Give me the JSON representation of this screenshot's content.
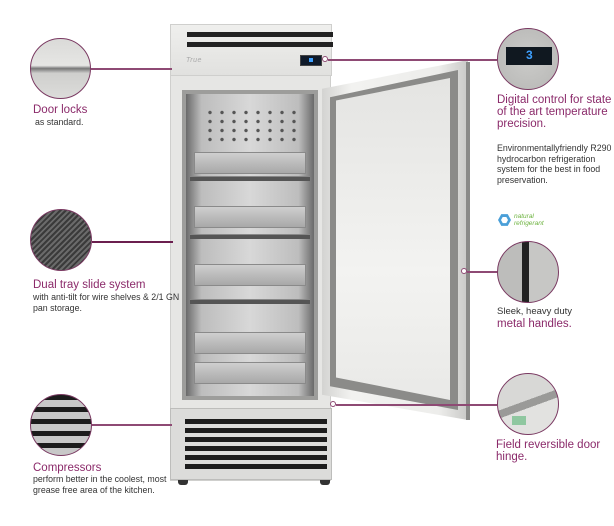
{
  "product": {
    "type": "upright refrigerator",
    "brand_logo_text": "True",
    "display_reading": "3"
  },
  "callouts": [
    {
      "id": "door-locks",
      "side": "left",
      "title": "Door locks",
      "description": "as standard."
    },
    {
      "id": "dual-tray",
      "side": "left",
      "title": "Dual tray slide system",
      "description": "with anti-tilt for wire shelves & 2/1 GN pan storage."
    },
    {
      "id": "compressors",
      "side": "left",
      "title": "Compressors",
      "description": "perform better in the coolest, most grease free area of the kitchen."
    },
    {
      "id": "digital-control",
      "side": "right",
      "title": "Digital control for state of the art temperature precision.",
      "description": "Environmentallyfriendly R290 hydrocarbon refrigeration system for the best in food preservation."
    },
    {
      "id": "metal-handles",
      "side": "right",
      "title_prefix": "Sleek, heavy duty",
      "title": "metal handles."
    },
    {
      "id": "door-hinge",
      "side": "right",
      "title": "Field reversible door hinge."
    }
  ],
  "badge": {
    "line1": "natural",
    "line2": "refrigerant"
  },
  "colors": {
    "accent": "#8b2a6a",
    "line": "#8e4a74",
    "badge_green": "#6db33f",
    "badge_blue": "#4a9fd8"
  }
}
